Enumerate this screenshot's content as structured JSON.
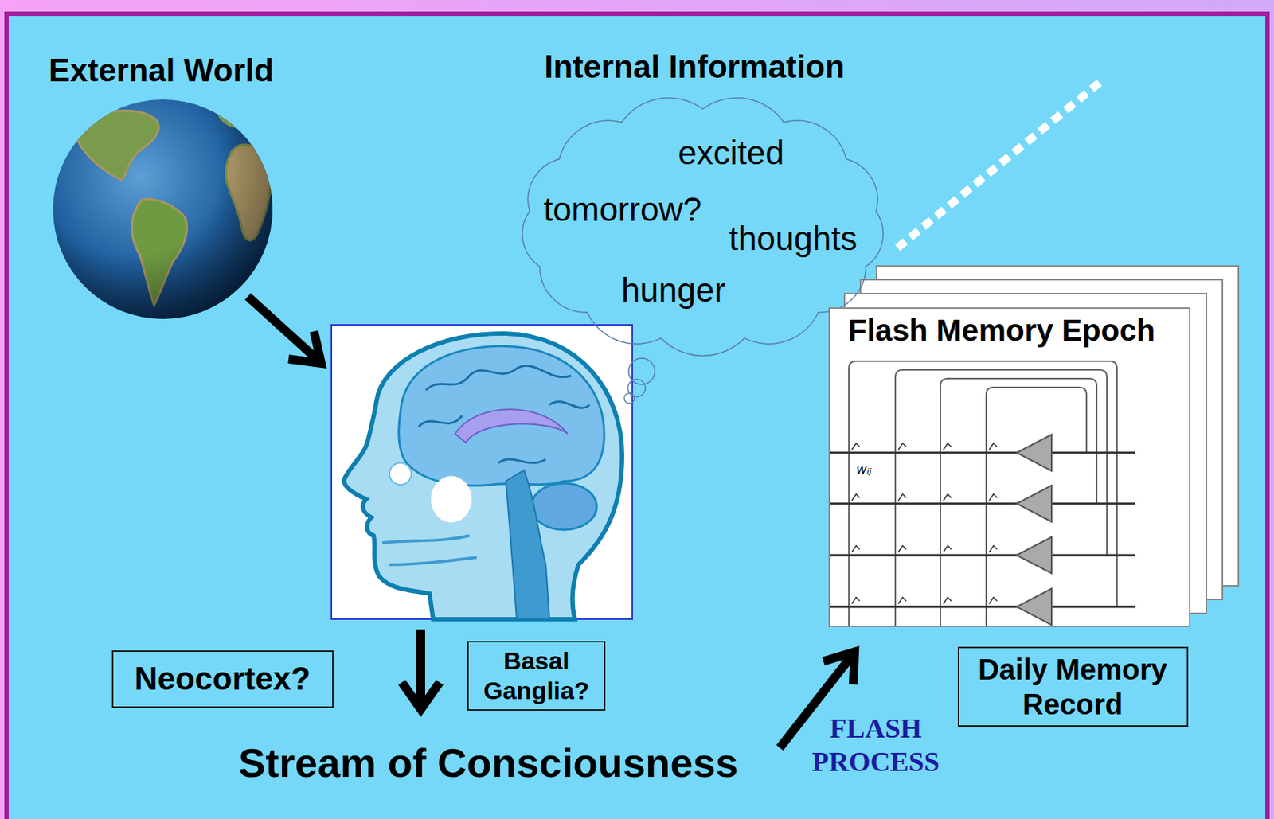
{
  "diagram": {
    "nodes": [
      {
        "text": [
          "Internal Information",
          "excited",
          "tomorrow?",
          "thoughts",
          "hunger"
        ]
      },
      {
        "text": [
          "Flash Memory Epoch",
          "wᵢⱼ"
        ]
      },
      {
        "text": [
          "Neocortex?"
        ]
      },
      {
        "text": [
          "Basal Ganglia?"
        ]
      },
      {
        "text": [
          "Daily Memory Record"
        ]
      }
    ],
    "labels": [
      "External World",
      "Stream of Consciousness",
      "FLASH PROCESS"
    ]
  }
}
